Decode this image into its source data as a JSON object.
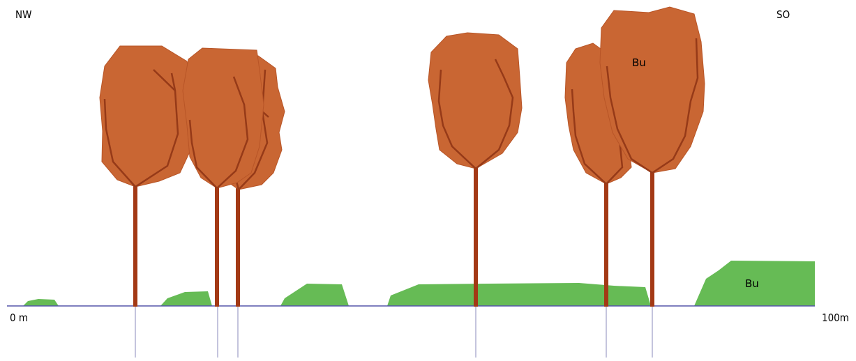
{
  "directions": {
    "left": "NW",
    "right": "SO"
  },
  "scale": {
    "start": "0 m",
    "end": "100m"
  },
  "species_labels": {
    "canopy": "Bu",
    "shrub": "Bu"
  },
  "colors": {
    "crown": "#c96633",
    "crown_edge": "#b85527",
    "branch": "#963a18",
    "trunk": "#a33915",
    "shrub": "#66bb55",
    "ground": "#5555aa",
    "marker": "#8888bb"
  }
}
